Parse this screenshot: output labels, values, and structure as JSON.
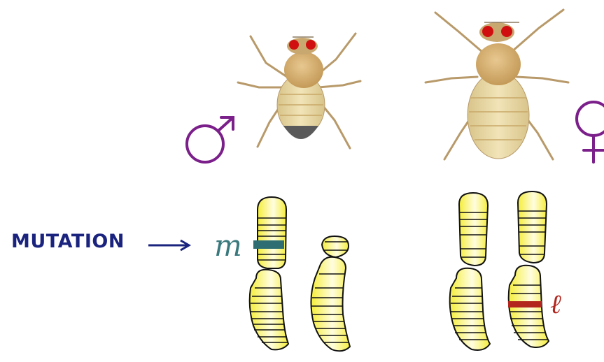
{
  "labels": {
    "mutation": "MUTATION",
    "mutation_allele": "m",
    "lethal_allele": "ℓ"
  },
  "symbols": {
    "male": "male-symbol",
    "female": "female-symbol"
  },
  "colors": {
    "chromosome_fill": "#f7f26a",
    "chromosome_highlight": "#fffde0",
    "chromosome_outline": "#111111",
    "mutation_band": "#2e6e73",
    "lethal_band": "#b3261e",
    "sex_symbol": "#7b1f8a",
    "mutation_text": "#1a237e",
    "fly_eye": "#d01010",
    "fly_body": "#d8b878",
    "male_abdomen_tip": "#555555"
  }
}
